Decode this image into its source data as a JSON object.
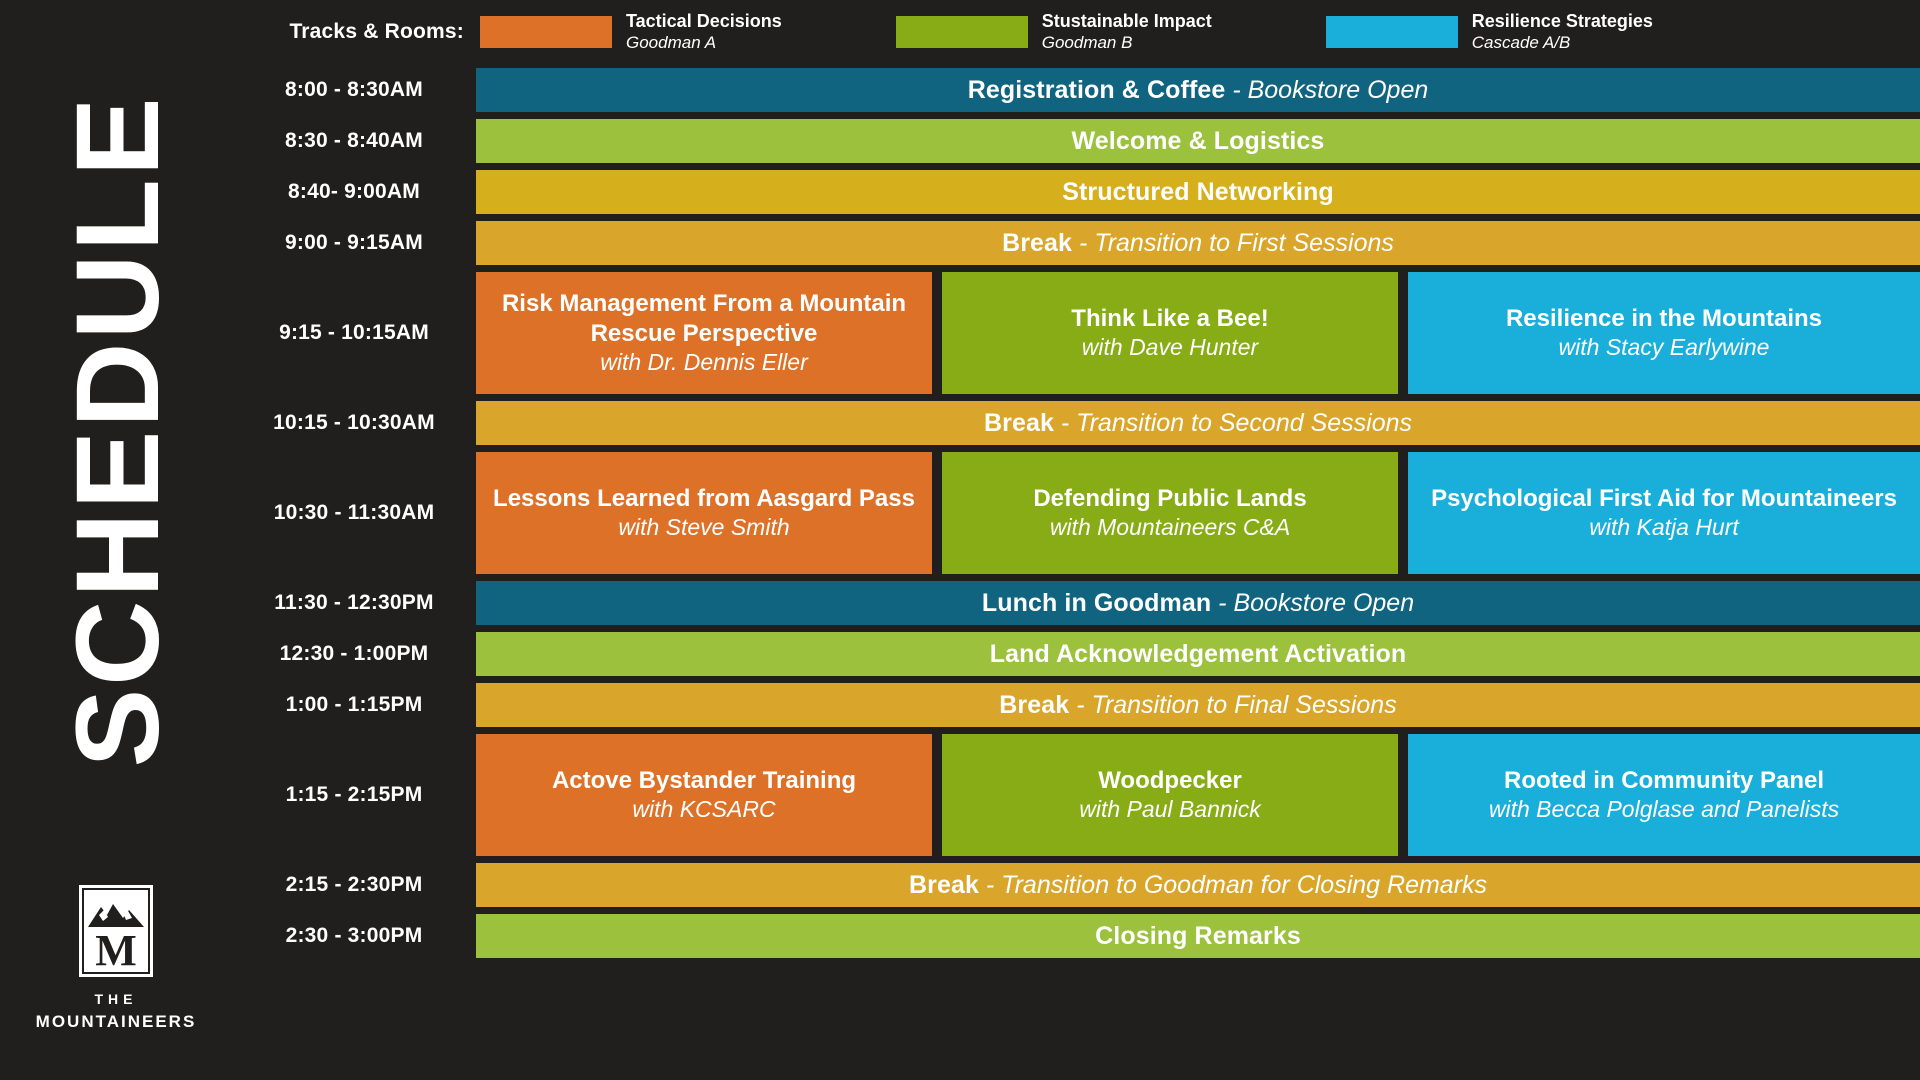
{
  "page": {
    "title": "SCHEDULE",
    "background": "#211f1d"
  },
  "logo": {
    "mark_letter": "M",
    "line1": "THE",
    "line2": "MOUNTAINEERS"
  },
  "legend": {
    "title": "Tracks & Rooms:",
    "items": [
      {
        "track": "Tactical Decisions",
        "room": "Goodman A",
        "color": "#dd7127"
      },
      {
        "track": "Stustainable Impact",
        "room": "Goodman B",
        "color": "#87ac16"
      },
      {
        "track": "Resilience Strategies",
        "room": "Cascade A/B",
        "color": "#1aafdb"
      }
    ]
  },
  "colors": {
    "orange": "#dd7127",
    "green": "#87ac16",
    "blue": "#1aafdb",
    "teal": "#10647f",
    "lightgreen": "#9cc13c",
    "gold": "#d9a521",
    "darkgold": "#d0a02a"
  },
  "rows": [
    {
      "type": "full",
      "time": "8:00 - 8:30AM",
      "color": "#10647f",
      "title": "Registration & Coffee",
      "sub": " - Bookstore Open"
    },
    {
      "type": "full",
      "time": "8:30 - 8:40AM",
      "color": "#9cc13c",
      "title": "Welcome & Logistics",
      "sub": ""
    },
    {
      "type": "full",
      "time": "8:40- 9:00AM",
      "color": "#d6b01c",
      "title": "Structured Networking",
      "sub": ""
    },
    {
      "type": "full",
      "time": "9:00 - 9:15AM",
      "color": "#d9a52a",
      "title": "Break",
      "sub": " - Transition to First Sessions"
    },
    {
      "type": "sessions",
      "time": "9:15 - 10:15AM",
      "cards": [
        {
          "color": "#dd7127",
          "title": "Risk Management From a Mountain Rescue Perspective",
          "sub": "with Dr. Dennis Eller"
        },
        {
          "color": "#87ac16",
          "title": "Think Like a Bee!",
          "sub": "with Dave Hunter"
        },
        {
          "color": "#1aafdb",
          "title": "Resilience in the Mountains",
          "sub": "with Stacy Earlywine"
        }
      ]
    },
    {
      "type": "full",
      "time": "10:15 - 10:30AM",
      "color": "#d9a52a",
      "title": "Break",
      "sub": " - Transition to Second Sessions"
    },
    {
      "type": "sessions",
      "time": "10:30 - 11:30AM",
      "cards": [
        {
          "color": "#dd7127",
          "title": "Lessons Learned from Aasgard Pass",
          "sub": "with Steve Smith"
        },
        {
          "color": "#87ac16",
          "title": "Defending Public Lands",
          "sub": "with Mountaineers C&A"
        },
        {
          "color": "#1aafdb",
          "title": "Psychological First Aid for Mountaineers",
          "sub": "with Katja Hurt"
        }
      ]
    },
    {
      "type": "full",
      "time": "11:30 - 12:30PM",
      "color": "#10647f",
      "title": "Lunch in Goodman",
      "sub": " - Bookstore Open"
    },
    {
      "type": "full",
      "time": "12:30 - 1:00PM",
      "color": "#9cc13c",
      "title": "Land Acknowledgement Activation",
      "sub": ""
    },
    {
      "type": "full",
      "time": "1:00 - 1:15PM",
      "color": "#d9a52a",
      "title": "Break",
      "sub": " - Transition to Final Sessions"
    },
    {
      "type": "sessions",
      "time": "1:15 - 2:15PM",
      "cards": [
        {
          "color": "#dd7127",
          "title": "Actove Bystander Training",
          "sub": "with KCSARC"
        },
        {
          "color": "#87ac16",
          "title": "Woodpecker",
          "sub": "with Paul Bannick"
        },
        {
          "color": "#1aafdb",
          "title": "Rooted in Community Panel",
          "sub": "with Becca Polglase and Panelists"
        }
      ]
    },
    {
      "type": "full",
      "time": "2:15 - 2:30PM",
      "color": "#d9a52a",
      "title": "Break",
      "sub": " - Transition to Goodman for Closing Remarks"
    },
    {
      "type": "full",
      "time": "2:30 - 3:00PM",
      "color": "#9cc13c",
      "title": "Closing Remarks",
      "sub": ""
    }
  ]
}
